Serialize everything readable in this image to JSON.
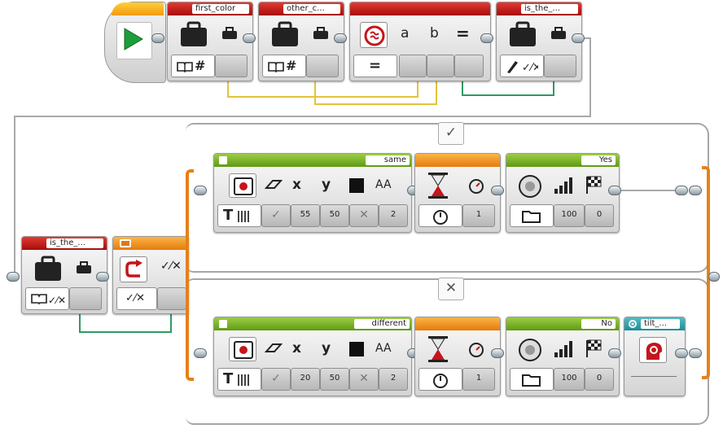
{
  "start_block": {
    "icon": "start-play-icon"
  },
  "top_row": {
    "var_first": {
      "label": "first_color",
      "mode_symbol": "#"
    },
    "var_other": {
      "label": "other_c...",
      "mode_symbol": "#"
    },
    "compare": {
      "operand_a": "a",
      "operand_b": "b",
      "equals_out": "=",
      "mode_symbol": "="
    },
    "var_is_the_top": {
      "label": "is_the_..."
    }
  },
  "switch_header": {
    "var_is_the": {
      "label": "is_the_..."
    },
    "cond_true": "✓",
    "cond_false": "✕"
  },
  "case_true": {
    "display": {
      "label": "same",
      "params": {
        "x": "x",
        "y": "y",
        "aa": "AA",
        "v_x": "55",
        "v_y": "50",
        "v_size": "2"
      }
    },
    "wait": {
      "value": "1"
    },
    "sound": {
      "label": "Yes",
      "v_volume": "100",
      "v_play": "0"
    }
  },
  "case_false": {
    "display": {
      "label": "different",
      "params": {
        "x": "x",
        "y": "y",
        "aa": "AA",
        "v_x": "20",
        "v_y": "50",
        "v_size": "2"
      }
    },
    "wait": {
      "value": "1"
    },
    "sound": {
      "label": "No",
      "v_volume": "100",
      "v_play": "0"
    },
    "myblock": {
      "label": "tilt_..."
    }
  },
  "colors": {
    "data_red": "#b1110e",
    "action_green": "#6aa51d",
    "flow_orange": "#ef8f1c",
    "myblock_teal": "#26969e",
    "wire_yellow": "#e3c33b",
    "wire_green": "#2f9a62",
    "loop_orange": "#e5811a"
  }
}
